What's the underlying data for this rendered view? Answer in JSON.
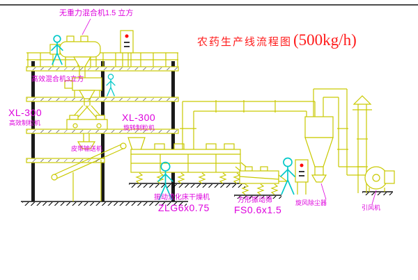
{
  "meta": {
    "drawing_type": "cad-process-flow-diagram",
    "background": "#ffffff"
  },
  "title": {
    "main": "农药生产线流程图",
    "capacity": "(500kg/h)"
  },
  "labels": {
    "mixer_top": "无重力混合机1.5 立方",
    "mixer_second": "高效混合机3立方",
    "granulator_left_model": "XL-300",
    "granulator_left_name": "高效制粒机",
    "granulator_mid_model": "XL-300",
    "granulator_mid_name": "旋转制粒机",
    "belt_conveyor": "皮带输送机",
    "dryer_name": "振动流化床干燥机",
    "dryer_model": "ZLG6x0.75",
    "sieve_name": "方形振动筛",
    "sieve_model": "FS0.6x1.5",
    "cyclone": "旋风除尘器",
    "fan": "引风机"
  },
  "colors": {
    "equipment_line": "#c9c900",
    "person": "#00c8c8",
    "label_text": "#dd00dd",
    "title_text": "#ff1a1a",
    "structure": "#1a1a1a",
    "indicator_light": "#ff0000"
  },
  "icons": {
    "people": "person-icon",
    "cabinet_light": "red-indicator-light"
  }
}
